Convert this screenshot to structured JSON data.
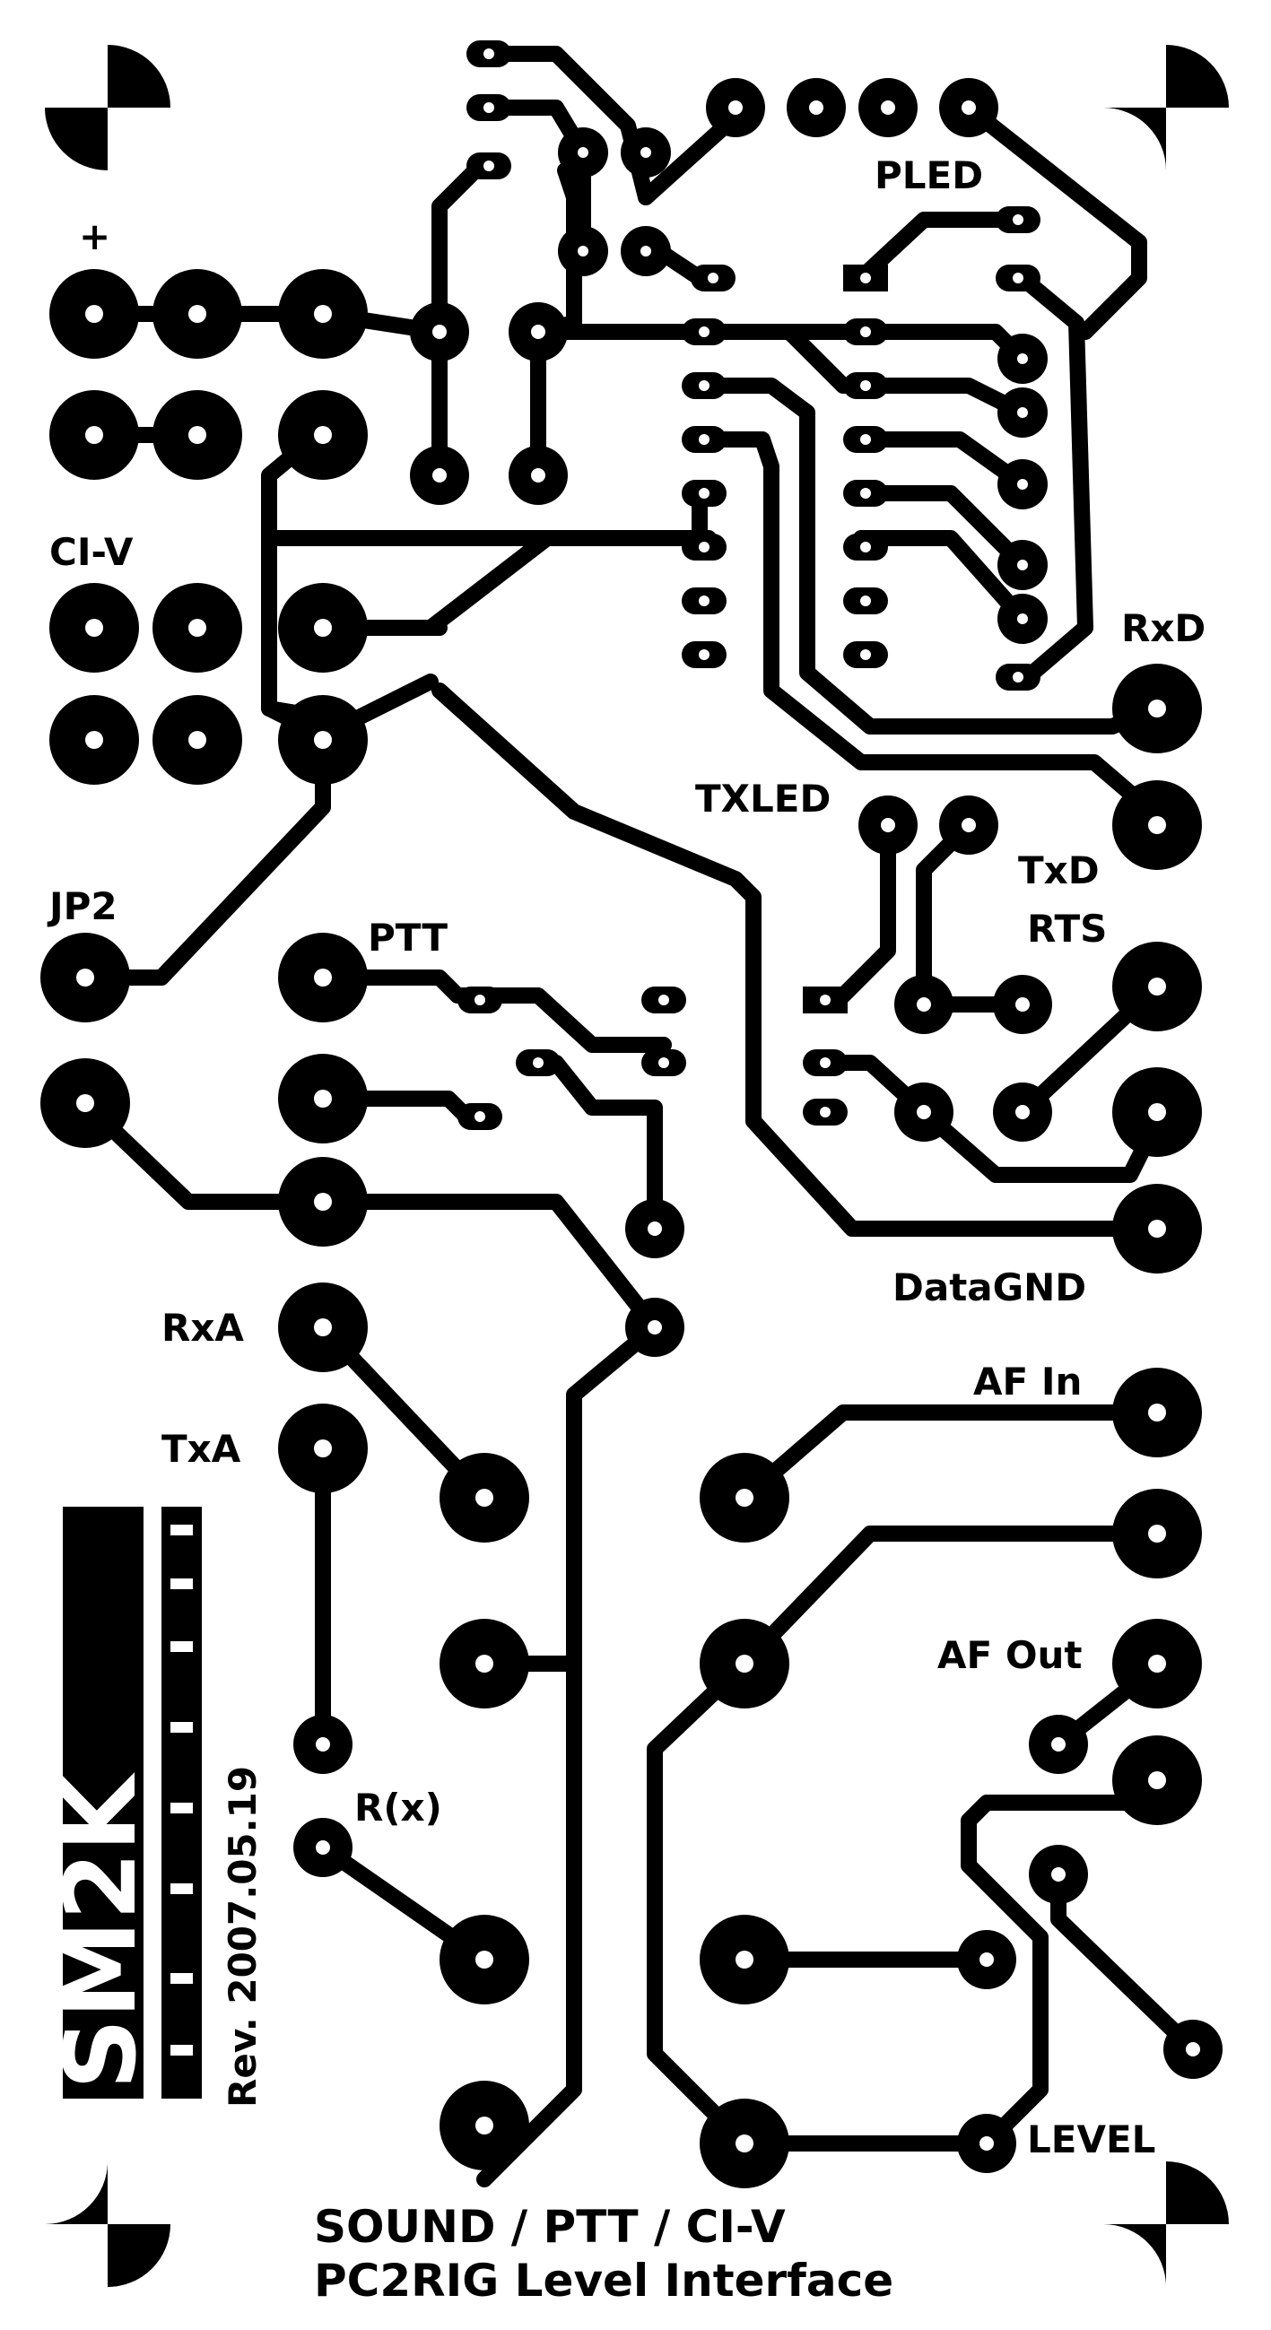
{
  "board": {
    "labels": {
      "plus": "+",
      "civ": "CI-V",
      "pled": "PLED",
      "rxd": "RxD",
      "txled": "TXLED",
      "txd": "TxD",
      "rts": "RTS",
      "jp2": "JP2",
      "ptt": "PTT",
      "datagnd": "DataGND",
      "rxa": "RxA",
      "txa": "TxA",
      "afin": "AF In",
      "afout": "AF Out",
      "rx": "R(x)",
      "level": "LEVEL"
    },
    "revision": "Rev. 2007.05.19",
    "logo": "SM2K",
    "title_line1": "SOUND / PTT / CI-V",
    "title_line2": "PC2RIG Level Interface"
  }
}
